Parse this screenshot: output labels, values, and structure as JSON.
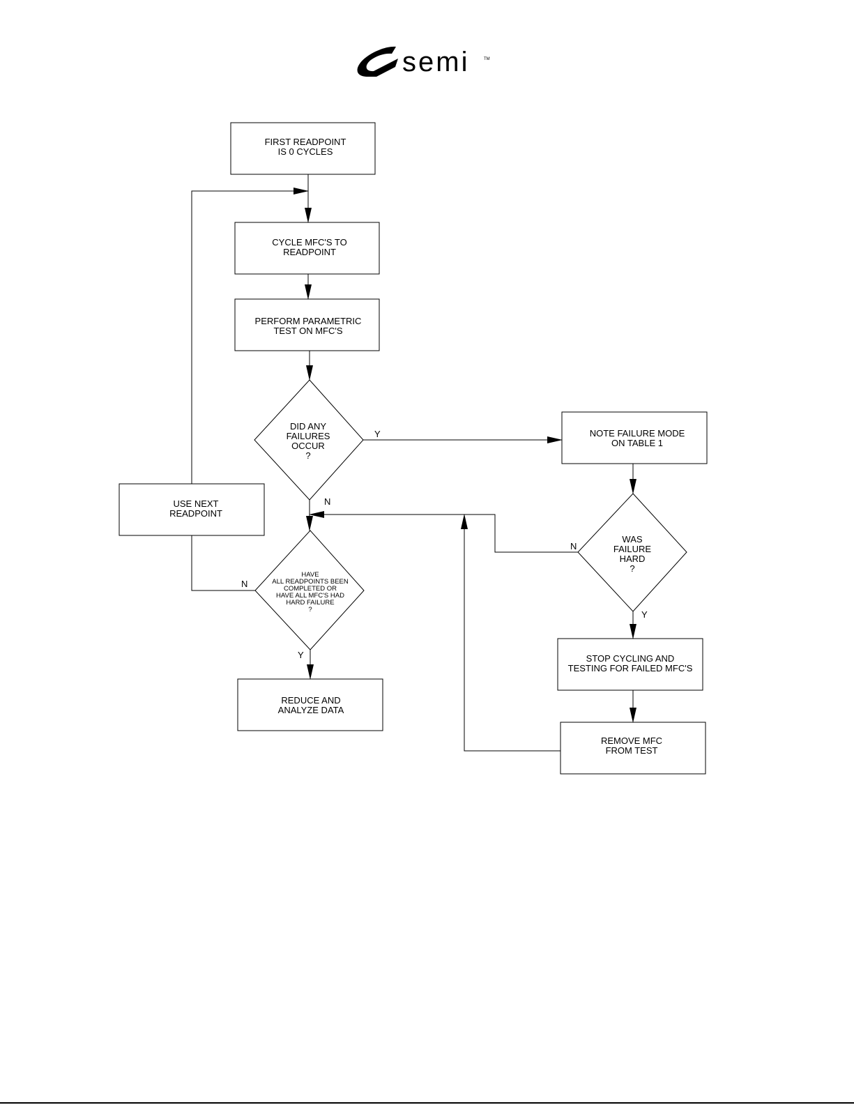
{
  "logo": {
    "name": "semi",
    "tm": "TM"
  },
  "nodes": {
    "first_readpoint": [
      "FIRST READPOINT",
      "IS 0 CYCLES"
    ],
    "cycle_mfcs": [
      "CYCLE MFC'S TO",
      "READPOINT"
    ],
    "parametric_test": [
      "PERFORM PARAMETRIC",
      "TEST ON MFC'S"
    ],
    "any_failures": [
      "DID ANY",
      "FAILURES",
      "OCCUR",
      "?"
    ],
    "note_failure": [
      "NOTE FAILURE MODE",
      "ON TABLE 1"
    ],
    "use_next": [
      "USE NEXT",
      "READPOINT"
    ],
    "all_done": [
      "HAVE",
      "ALL READPOINTS BEEN",
      "COMPLETED OR",
      "HAVE ALL MFC'S HAD",
      "HARD FAILURE",
      "?"
    ],
    "failure_hard": [
      "WAS",
      "FAILURE",
      "HARD",
      "?"
    ],
    "stop_cycling": [
      "STOP CYCLING AND",
      "TESTING FOR FAILED MFC'S"
    ],
    "reduce_data": [
      "REDUCE AND",
      "ANALYZE DATA"
    ],
    "remove_mfc": [
      "REMOVE MFC",
      "FROM TEST"
    ]
  },
  "edge_labels": {
    "failures_yes": "Y",
    "failures_no": "N",
    "all_done_no": "N",
    "all_done_yes": "Y",
    "hard_no": "N",
    "hard_yes": "Y"
  },
  "colors": {
    "stroke": "#000000",
    "background": "#ffffff"
  }
}
